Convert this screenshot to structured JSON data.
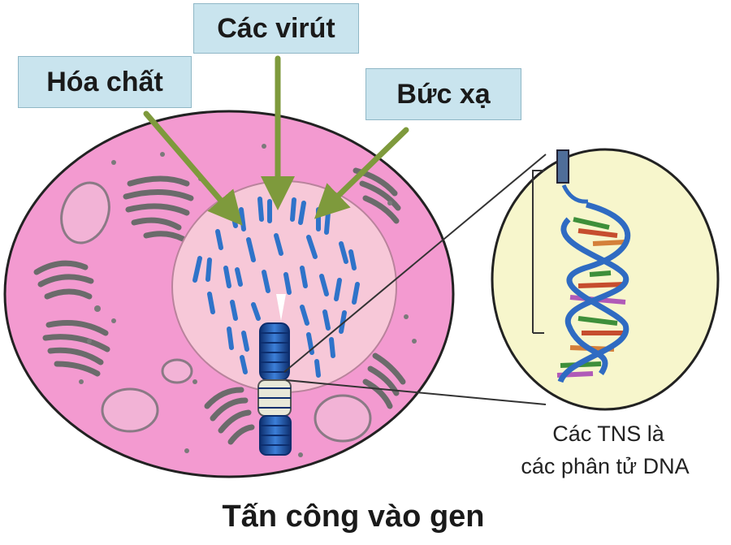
{
  "labels": {
    "viruses": "Các virút",
    "chemicals": "Hóa chất",
    "radiation": "Bức xạ"
  },
  "caption": {
    "line1": "Các TNS là",
    "line2": "các phân tử DNA"
  },
  "title": "Tấn công vào gen",
  "colors": {
    "cell": "#f39ad0",
    "nucleus": "#f7c8d8",
    "arrow": "#7e9a3c",
    "chromosome": "#2f73c9",
    "label_bg": "#c9e4ee",
    "zoom_bg": "#f7f6cc",
    "organelle": "#6e6e6e"
  }
}
